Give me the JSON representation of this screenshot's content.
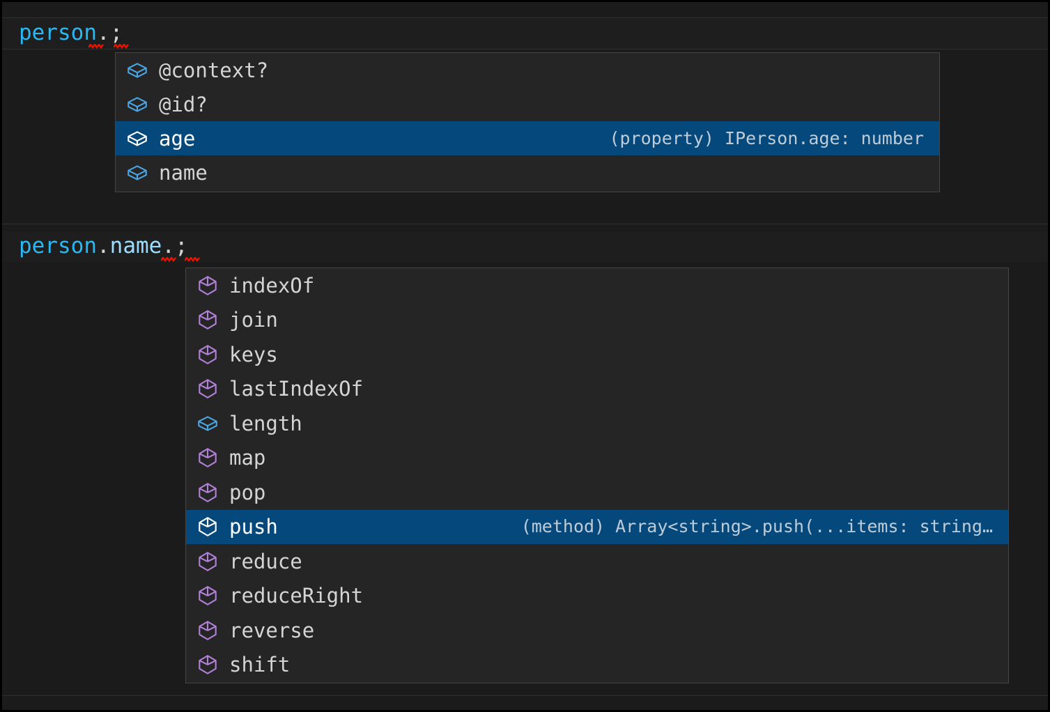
{
  "theme": {
    "editor_background": "#1e1e1e",
    "widget_background": "#252526",
    "widget_border": "#454545",
    "selection_background": "#04487c",
    "text_foreground": "#d4d4d4",
    "variable_color": "#29b8f2",
    "property_color": "#9cdcfe",
    "property_icon_color": "#4ba5e0",
    "method_icon_color": "#b180d7",
    "error_squiggle_color": "#e51400",
    "rule_color": "#303031"
  },
  "editors": [
    {
      "name": "editor-top",
      "code_tokens": [
        {
          "text": "person",
          "kind": "variable"
        },
        {
          "text": ".",
          "kind": "punct"
        },
        {
          "text": ";",
          "kind": "punct"
        }
      ],
      "code_text": "person.;",
      "error_markers": 2,
      "suggest": {
        "name": "suggest-widget-person",
        "selected_index": 2,
        "items": [
          {
            "label": "@context?",
            "icon": "property-cube-icon",
            "kind": "property",
            "detail": ""
          },
          {
            "label": "@id?",
            "icon": "property-cube-icon",
            "kind": "property",
            "detail": ""
          },
          {
            "label": "age",
            "icon": "property-cube-icon",
            "kind": "property",
            "detail": "(property) IPerson.age: number"
          },
          {
            "label": "name",
            "icon": "property-cube-icon",
            "kind": "property",
            "detail": ""
          }
        ]
      }
    },
    {
      "name": "editor-bottom",
      "code_tokens": [
        {
          "text": "person",
          "kind": "variable"
        },
        {
          "text": ".",
          "kind": "punct"
        },
        {
          "text": "name",
          "kind": "property"
        },
        {
          "text": ".",
          "kind": "punct"
        },
        {
          "text": ";",
          "kind": "punct"
        }
      ],
      "code_text": "person.name.;",
      "error_markers": 2,
      "suggest": {
        "name": "suggest-widget-array",
        "selected_index": 7,
        "items": [
          {
            "label": "indexOf",
            "icon": "method-cube-icon",
            "kind": "method",
            "detail": ""
          },
          {
            "label": "join",
            "icon": "method-cube-icon",
            "kind": "method",
            "detail": ""
          },
          {
            "label": "keys",
            "icon": "method-cube-icon",
            "kind": "method",
            "detail": ""
          },
          {
            "label": "lastIndexOf",
            "icon": "method-cube-icon",
            "kind": "method",
            "detail": ""
          },
          {
            "label": "length",
            "icon": "property-cube-icon",
            "kind": "property",
            "detail": ""
          },
          {
            "label": "map",
            "icon": "method-cube-icon",
            "kind": "method",
            "detail": ""
          },
          {
            "label": "pop",
            "icon": "method-cube-icon",
            "kind": "method",
            "detail": ""
          },
          {
            "label": "push",
            "icon": "method-cube-icon",
            "kind": "method",
            "detail": "(method) Array<string>.push(...items: string…"
          },
          {
            "label": "reduce",
            "icon": "method-cube-icon",
            "kind": "method",
            "detail": ""
          },
          {
            "label": "reduceRight",
            "icon": "method-cube-icon",
            "kind": "method",
            "detail": ""
          },
          {
            "label": "reverse",
            "icon": "method-cube-icon",
            "kind": "method",
            "detail": ""
          },
          {
            "label": "shift",
            "icon": "method-cube-icon",
            "kind": "method",
            "detail": ""
          }
        ]
      }
    }
  ]
}
